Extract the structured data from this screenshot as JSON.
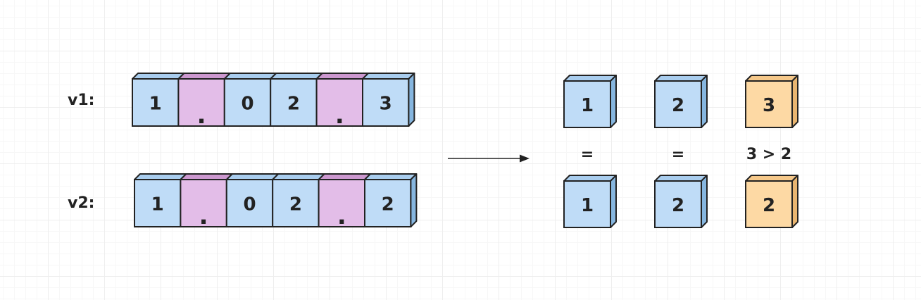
{
  "labels": {
    "v1": "v1:",
    "v2": "v2:"
  },
  "strips": {
    "v1": [
      "1",
      ".",
      "0",
      "2",
      ".",
      "3"
    ],
    "v2": [
      "1",
      ".",
      "0",
      "2",
      ".",
      "2"
    ]
  },
  "compare": {
    "top": [
      "1",
      "2",
      "3"
    ],
    "ops": [
      "=",
      "=",
      "3 > 2"
    ],
    "bottom": [
      "1",
      "2",
      "2"
    ]
  },
  "colors": {
    "number": "#bfdcf7",
    "number_top": "#a9cdee",
    "number_side": "#86b6df",
    "dot": "#e3bde8",
    "dot_top": "#cc98cf",
    "dot_side": "#b989c0",
    "highlight": "#fdd9a4",
    "highlight_top": "#f5c88a",
    "highlight_side": "#e9b570",
    "stroke": "#222222",
    "arrow": "#222222"
  }
}
